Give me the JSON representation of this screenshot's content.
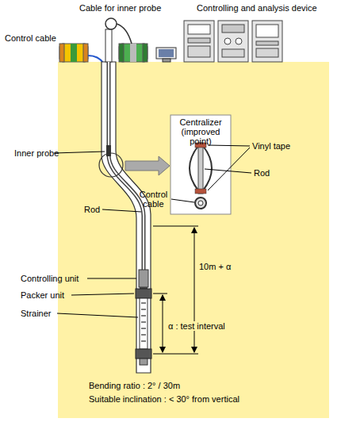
{
  "diagram": {
    "labels": [
      "Cable for inner probe",
      "Controlling and analysis device",
      "Control cable",
      "Inner probe",
      "Centralizer (improved point)",
      "Vinyl tape",
      "Rod",
      "Control cable",
      "Rod",
      "Controlling unit",
      "Packer unit",
      "Strainer",
      "10m + α",
      "α : test interval",
      "Bending ratio : 2° / 30m",
      "Suitable inclination : < 30° from vertical"
    ]
  }
}
